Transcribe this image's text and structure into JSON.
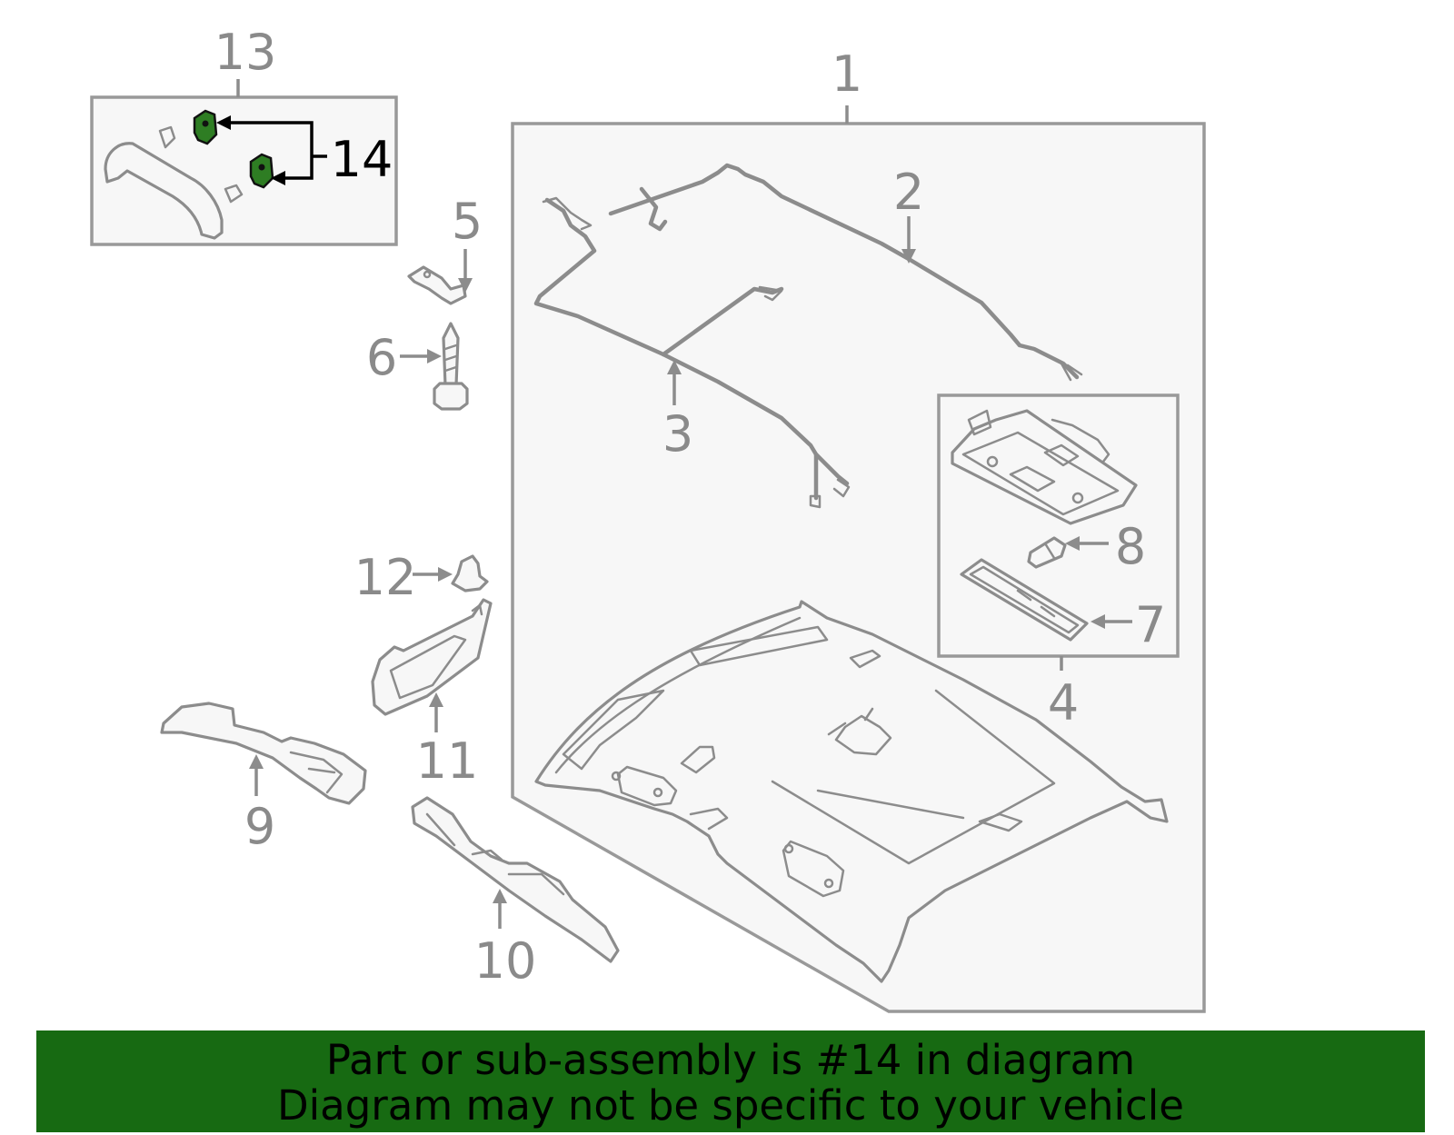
{
  "colors": {
    "banner_bg": "#176a12",
    "banner_text": "#000000",
    "highlight_part": "#2e7d23",
    "line_gray": "#8c8c8c"
  },
  "callouts": [
    {
      "id": "1",
      "label": "1"
    },
    {
      "id": "2",
      "label": "2"
    },
    {
      "id": "3",
      "label": "3"
    },
    {
      "id": "4",
      "label": "4"
    },
    {
      "id": "5",
      "label": "5"
    },
    {
      "id": "6",
      "label": "6"
    },
    {
      "id": "7",
      "label": "7"
    },
    {
      "id": "8",
      "label": "8"
    },
    {
      "id": "9",
      "label": "9"
    },
    {
      "id": "10",
      "label": "10"
    },
    {
      "id": "11",
      "label": "11"
    },
    {
      "id": "12",
      "label": "12"
    },
    {
      "id": "13",
      "label": "13"
    },
    {
      "id": "14",
      "label": "14",
      "highlighted": true
    }
  ],
  "banner": {
    "line1": "Part or sub-assembly is #14 in diagram",
    "line2": "Diagram may not be specific to your vehicle"
  }
}
